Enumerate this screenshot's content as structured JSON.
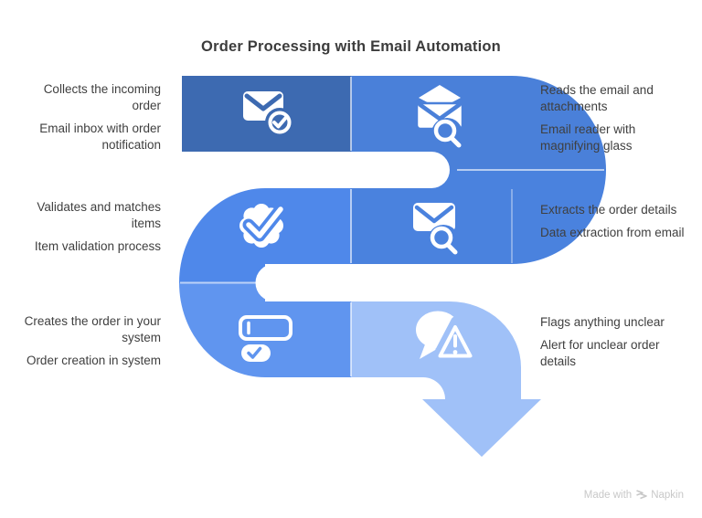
{
  "title": "Order Processing with Email Automation",
  "steps": [
    {
      "title": "Collects the incoming order",
      "subtitle": "Email inbox with order notification",
      "icon": "envelope-check",
      "color": "#3d6ab1",
      "side": "left"
    },
    {
      "title": "Reads the email and attachments",
      "subtitle": "Email reader with magnifying glass",
      "icon": "envelope-open-search",
      "color": "#4a80d9",
      "side": "right"
    },
    {
      "title": "Extracts the order details",
      "subtitle": "Data extraction from email",
      "icon": "envelope-search",
      "color": "#4a82de",
      "side": "right"
    },
    {
      "title": "Validates and matches items",
      "subtitle": "Item validation process",
      "icon": "badge-check",
      "color": "#4f88ea",
      "side": "left"
    },
    {
      "title": "Creates the order in your system",
      "subtitle": "Order creation in system",
      "icon": "form-check",
      "color": "#6095ef",
      "side": "left"
    },
    {
      "title": "Flags anything unclear",
      "subtitle": "Alert for unclear order details",
      "icon": "chat-alert",
      "color": "#a0c1f8",
      "side": "right"
    }
  ],
  "colors": {
    "background": "#ffffff",
    "title_text": "#3c3c3c",
    "label_text": "#3f3f3f",
    "icon": "#ffffff",
    "separator": "#ffffff",
    "watermark": "#c8c8c8"
  },
  "watermark": {
    "prefix": "Made with",
    "brand": "Napkin"
  }
}
